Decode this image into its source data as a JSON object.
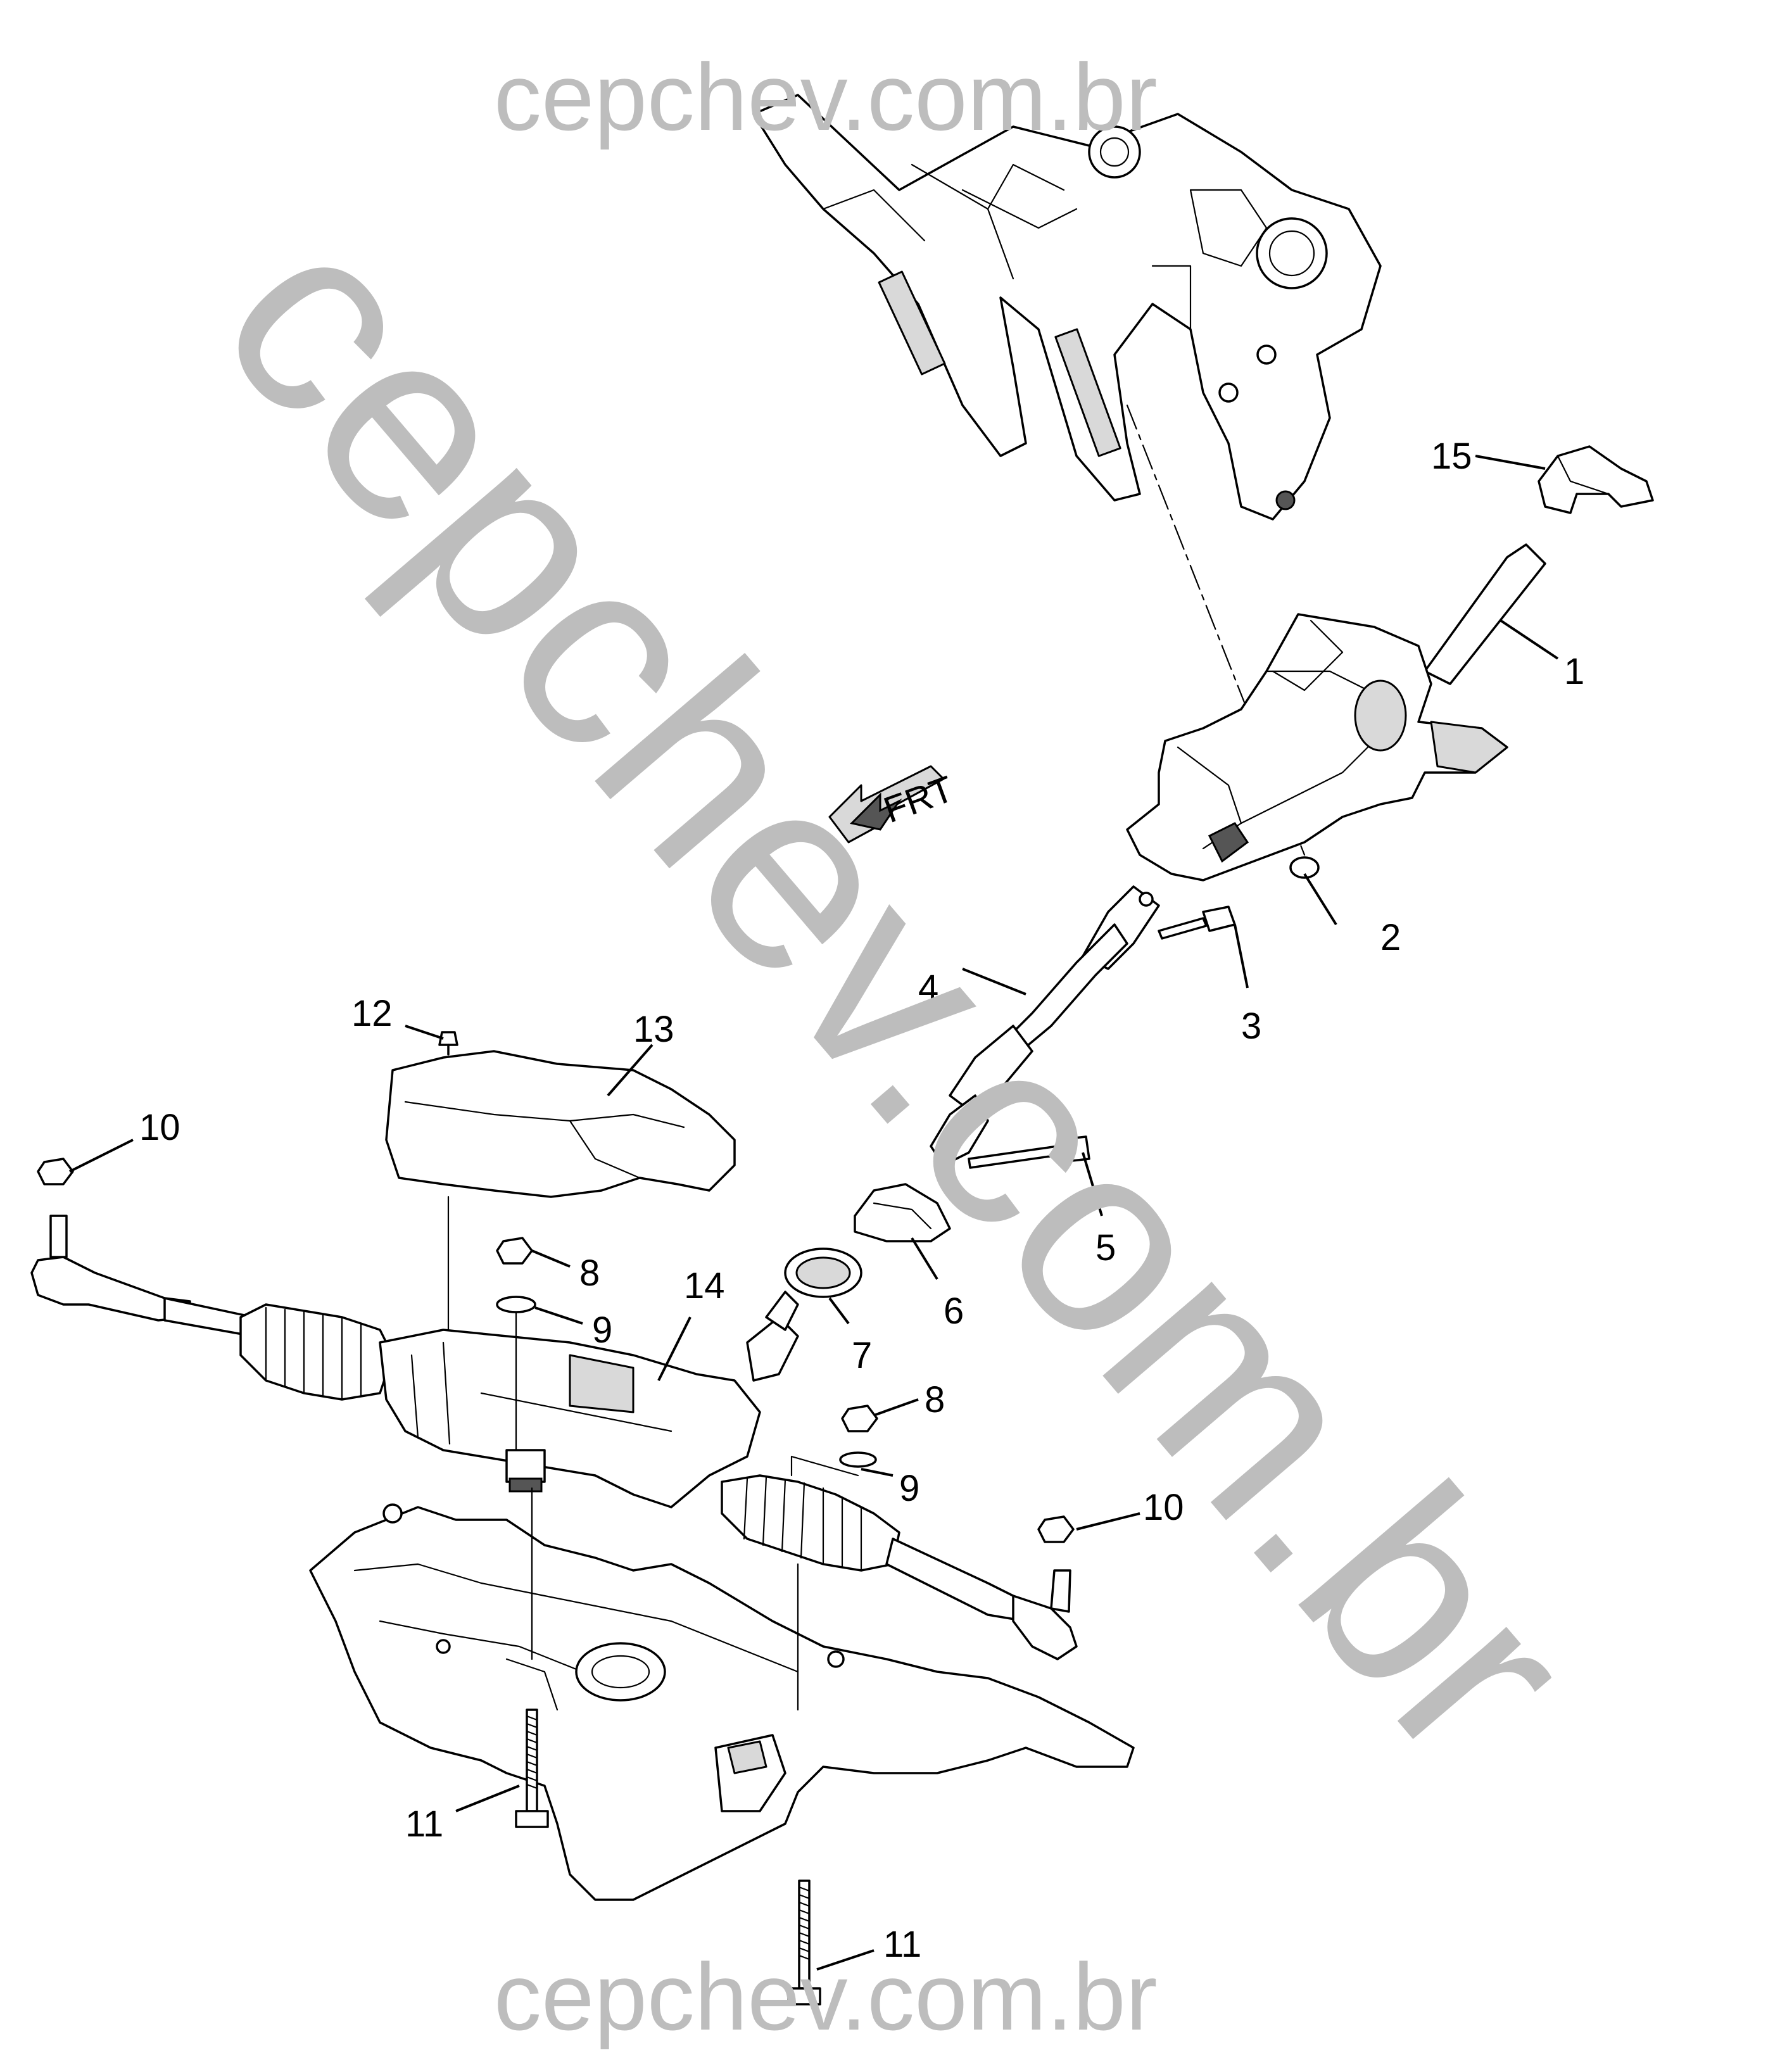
{
  "watermark": {
    "top": "cepchev.com.br",
    "bottom": "cepchev.com.br",
    "diagonal": "cepchev.com.br",
    "color": "#bdbdbd"
  },
  "front_indicator": {
    "label": "FRT",
    "icon": "front-arrow-icon"
  },
  "callouts": [
    {
      "id": "c1",
      "label": "1"
    },
    {
      "id": "c2",
      "label": "2"
    },
    {
      "id": "c3",
      "label": "3"
    },
    {
      "id": "c4",
      "label": "4"
    },
    {
      "id": "c5",
      "label": "5"
    },
    {
      "id": "c6",
      "label": "6"
    },
    {
      "id": "c7",
      "label": "7"
    },
    {
      "id": "c8a",
      "label": "8"
    },
    {
      "id": "c8b",
      "label": "8"
    },
    {
      "id": "c9a",
      "label": "9"
    },
    {
      "id": "c9b",
      "label": "9"
    },
    {
      "id": "c10a",
      "label": "10"
    },
    {
      "id": "c10b",
      "label": "10"
    },
    {
      "id": "c11a",
      "label": "11"
    },
    {
      "id": "c11b",
      "label": "11"
    },
    {
      "id": "c12",
      "label": "12"
    },
    {
      "id": "c13",
      "label": "13"
    },
    {
      "id": "c14",
      "label": "14"
    },
    {
      "id": "c15",
      "label": "15"
    }
  ]
}
